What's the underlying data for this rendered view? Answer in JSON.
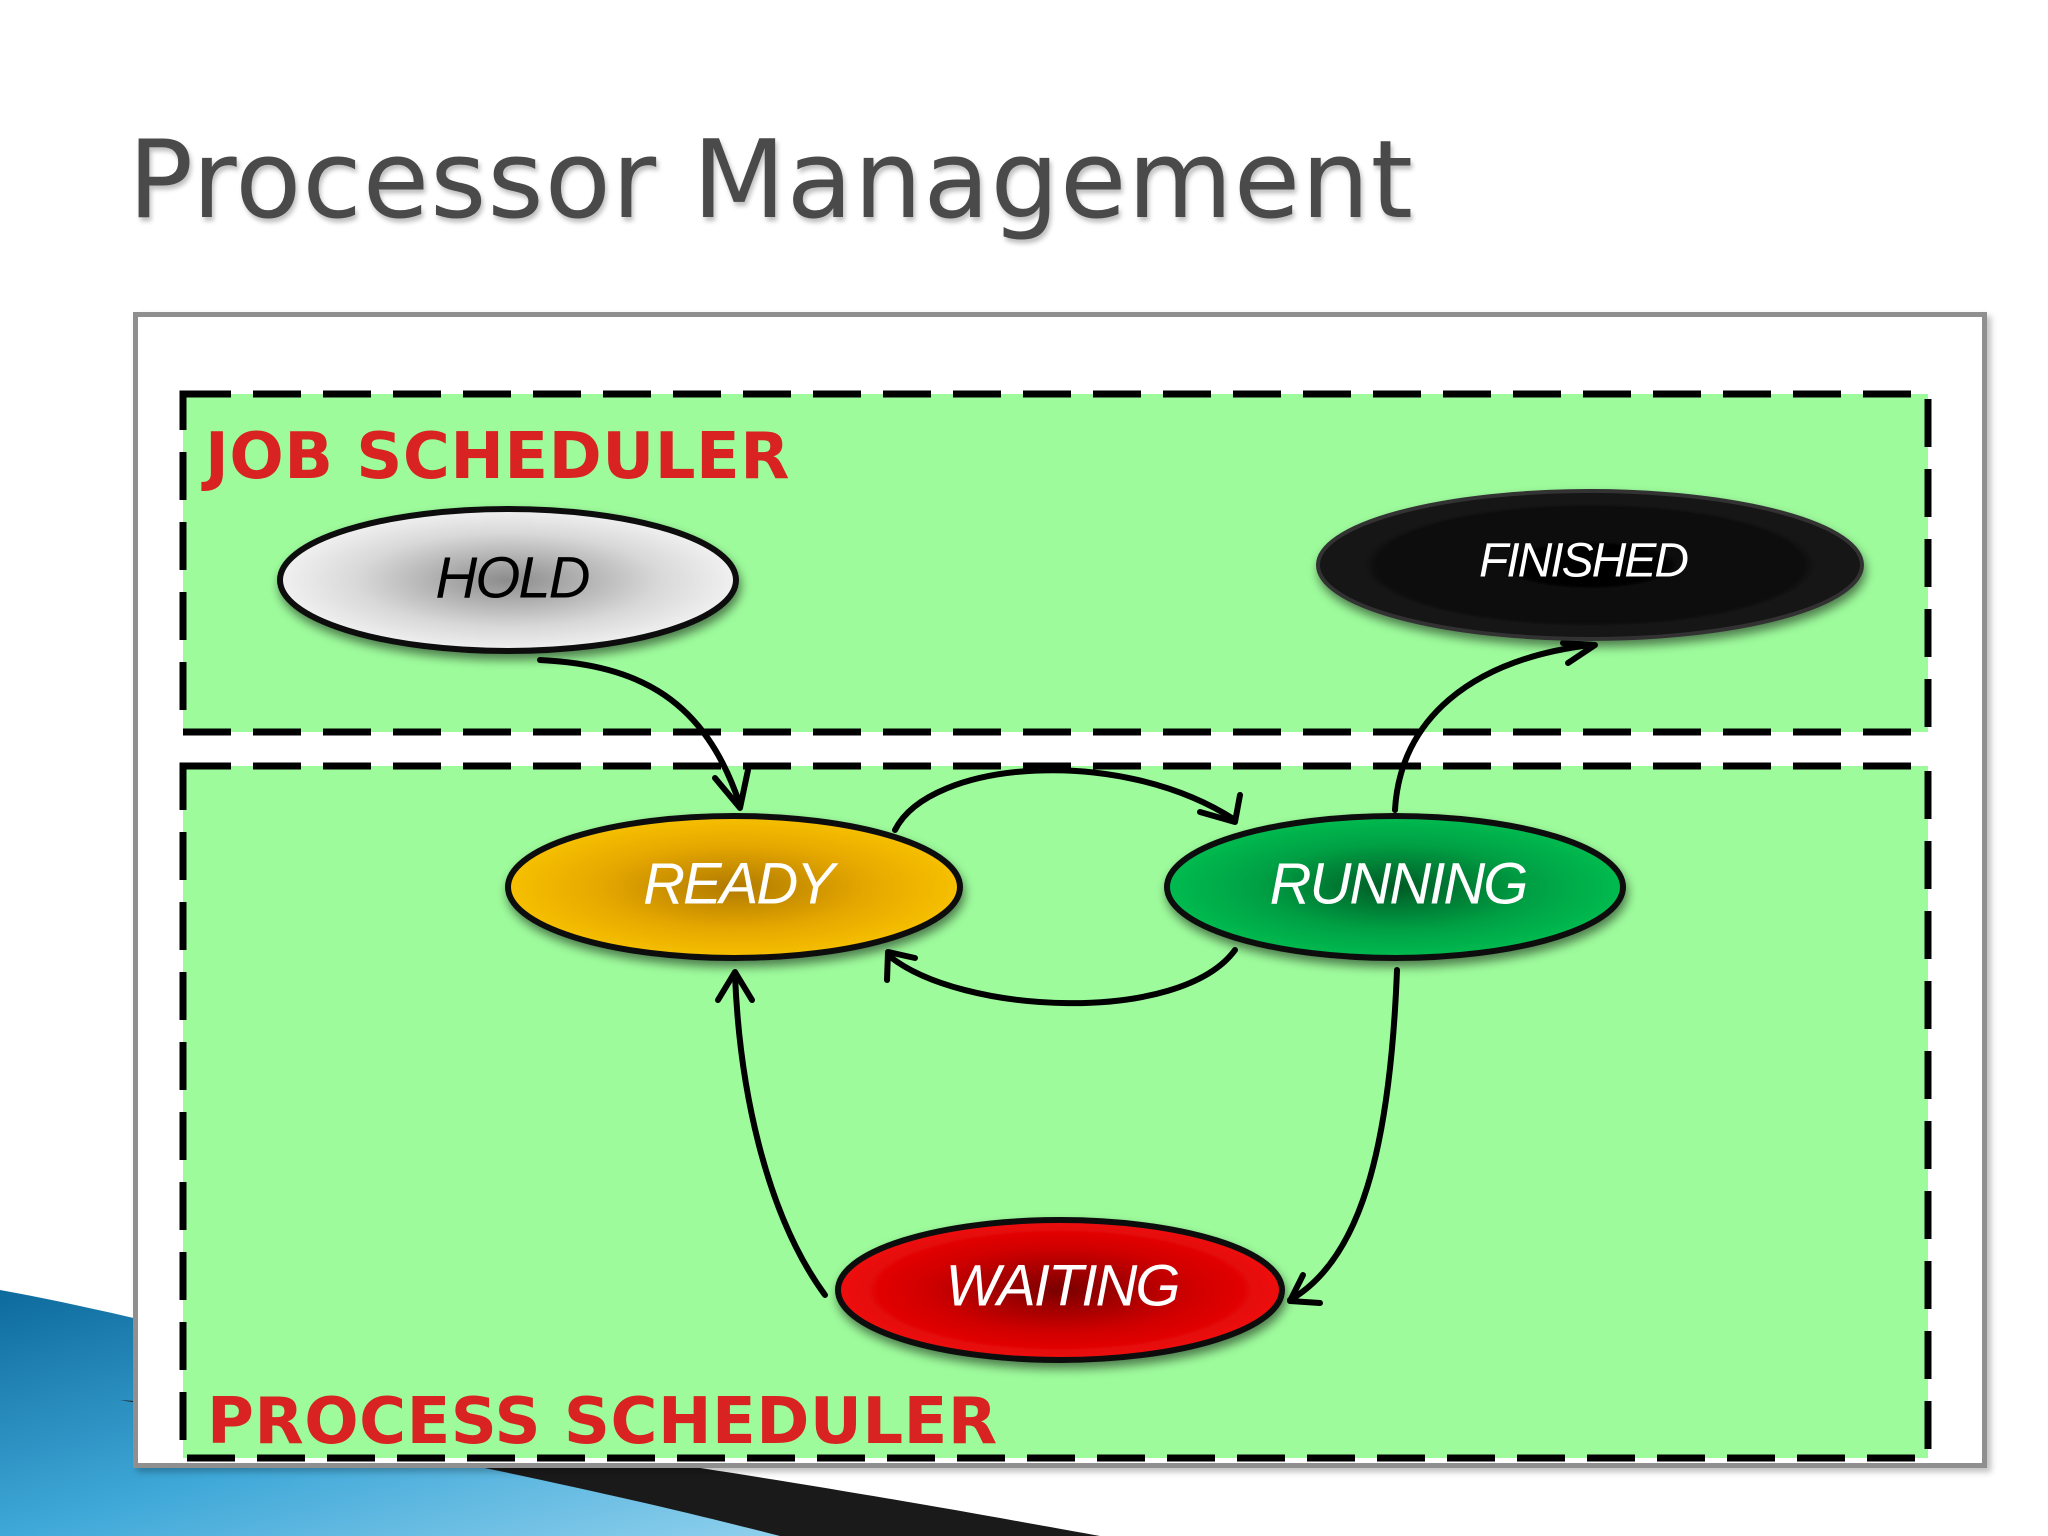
{
  "slide": {
    "title": "Processor Management"
  },
  "regions": {
    "job": {
      "label": "JOB SCHEDULER"
    },
    "process": {
      "label": "PROCESS SCHEDULER"
    }
  },
  "states": {
    "hold": {
      "label": "HOLD",
      "color": "#d8d8d8"
    },
    "finished": {
      "label": "FINISHED",
      "color": "#000000"
    },
    "ready": {
      "label": "READY",
      "color": "#f2b600"
    },
    "running": {
      "label": "RUNNING",
      "color": "#00a044"
    },
    "waiting": {
      "label": "WAITING",
      "color": "#e00000"
    }
  },
  "transitions": [
    {
      "from": "hold",
      "to": "ready"
    },
    {
      "from": "ready",
      "to": "running"
    },
    {
      "from": "running",
      "to": "ready"
    },
    {
      "from": "running",
      "to": "finished"
    },
    {
      "from": "running",
      "to": "waiting"
    },
    {
      "from": "waiting",
      "to": "ready"
    }
  ],
  "colors": {
    "region_fill": "#9dfb9b",
    "region_label": "#d92222",
    "title": "#4a4a4a"
  }
}
